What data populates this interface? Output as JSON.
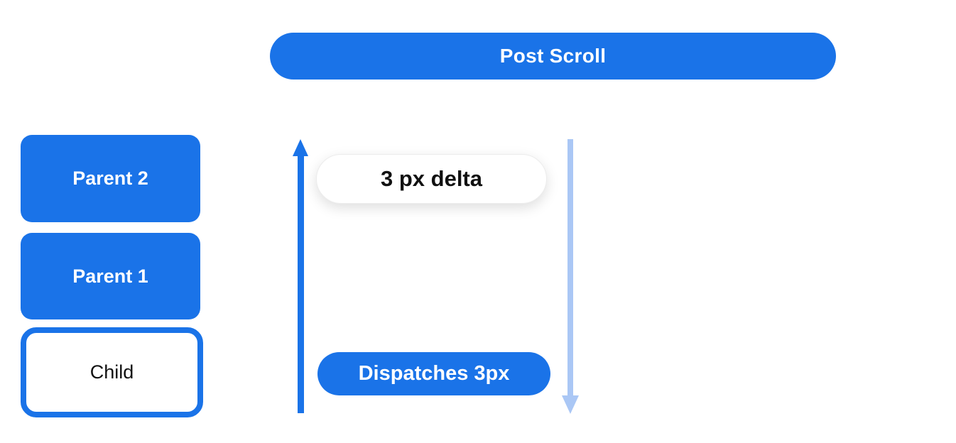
{
  "diagram": {
    "post_scroll": {
      "label": "Post Scroll"
    },
    "boxes": [
      {
        "id": "parent-2",
        "label": "Parent 2",
        "style": "filled"
      },
      {
        "id": "parent-1",
        "label": "Parent 1",
        "style": "filled"
      },
      {
        "id": "child",
        "label": "Child",
        "style": "outlined"
      }
    ],
    "annotations": {
      "delta": {
        "label": "3 px delta"
      },
      "dispatch": {
        "label": "Dispatches 3px"
      }
    },
    "arrows": [
      {
        "id": "notification-up-arrow",
        "direction": "up",
        "color": "#1a73e8"
      },
      {
        "id": "scroll-down-arrow",
        "direction": "down",
        "color": "#aac7f5"
      }
    ],
    "colors": {
      "primary_blue": "#1a73e8",
      "light_arrow_blue": "#aac7f5",
      "pill_border_gray": "#ececec",
      "text_dark": "#111111",
      "background": "#ffffff"
    }
  }
}
